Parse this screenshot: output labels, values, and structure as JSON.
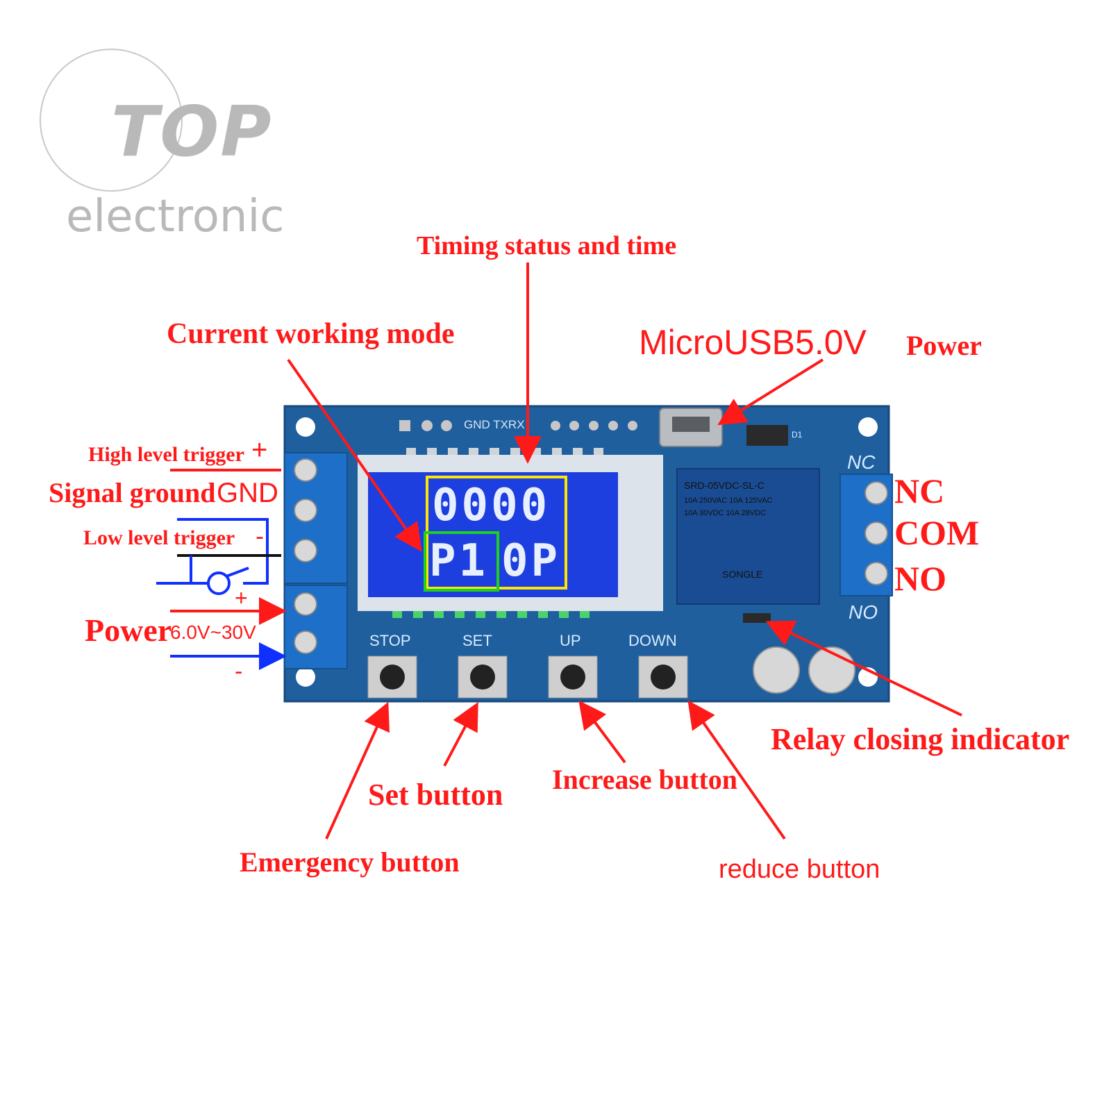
{
  "logo": {
    "top": "TOP",
    "sub": "electronic"
  },
  "labels": {
    "timing_status": "Timing status and time",
    "current_mode": "Current working mode",
    "usb_power_a": "MicroUSB5.0V",
    "usb_power_b": "Power",
    "high_trigger": "High level trigger",
    "high_plus": "+",
    "signal_ground": "Signal ground",
    "gnd": "GND",
    "low_trigger": "Low level trigger",
    "low_minus": "-",
    "power": "Power",
    "voltage": "6.0V~30V",
    "plus": "+",
    "minus": "-",
    "relay_nc": "NC",
    "relay_com": "COM",
    "relay_no": "NO",
    "relay_indicator": "Relay closing indicator",
    "set_button": "Set button",
    "increase_button": "Increase button",
    "emergency_button": "Emergency button",
    "reduce_button": "reduce button"
  },
  "board": {
    "header_pins": "GND TXRX",
    "btn_stop": "STOP",
    "btn_set": "SET",
    "btn_up": "UP",
    "btn_down": "DOWN",
    "silk_nc": "NC",
    "silk_no": "NO",
    "relay_model": "SRD-05VDC-SL-C",
    "relay_rating1": "10A 250VAC 10A 125VAC",
    "relay_rating2": "10A 30VDC 10A 28VDC",
    "relay_brand": "SONGLE",
    "diode": "D1"
  },
  "lcd": {
    "time": "0000",
    "mode": "P1",
    "status": "0P"
  },
  "colors": {
    "label": "#ff1a1a",
    "board": "#1f5f9e",
    "lcd": "#1d3fe0",
    "terminal": "#1e6fc8",
    "highlight_time": "#ffe600",
    "highlight_mode": "#1fd11f"
  }
}
